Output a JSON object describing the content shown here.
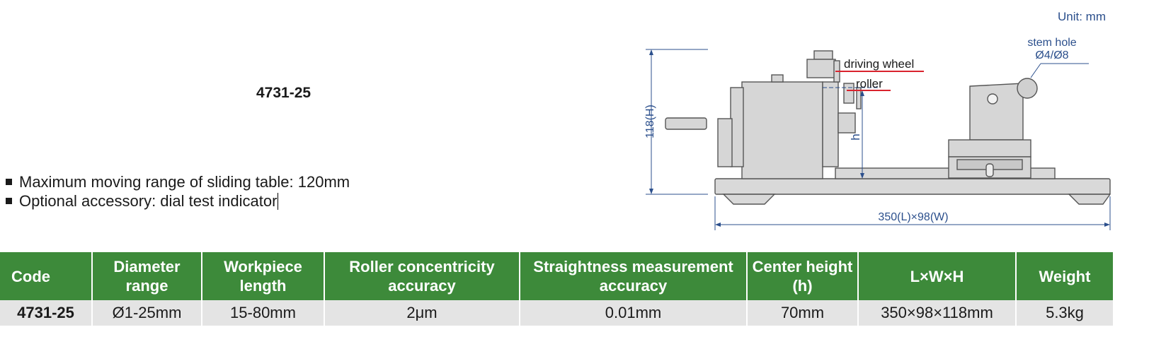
{
  "unit_label": "Unit: mm",
  "model_code": "4731-25",
  "features": [
    "Maximum moving range of sliding table: 120mm",
    "Optional accessory: dial test indicator"
  ],
  "drawing": {
    "height_dim": "118(H)",
    "length_dim": "350(L)×98(W)",
    "center_height": "h",
    "driving_wheel": "driving wheel",
    "roller": "roller",
    "stem_hole": "stem hole",
    "stem_hole_dia": "Ø4/Ø8"
  },
  "colors": {
    "header_green": "#3d8a3a",
    "cell_gray": "#e4e4e4",
    "dim_blue": "#2b4f8c",
    "callout_red": "#d9232d"
  },
  "table": {
    "headers": [
      "Code",
      "Diameter range",
      "Workpiece length",
      "Roller concentricity accuracy",
      "Straightness measurement accuracy",
      "Center height (h)",
      "L×W×H",
      "Weight"
    ],
    "rows": [
      [
        "4731-25",
        "Ø1-25mm",
        "15-80mm",
        "2μm",
        "0.01mm",
        "70mm",
        "350×98×118mm",
        "5.3kg"
      ]
    ]
  }
}
